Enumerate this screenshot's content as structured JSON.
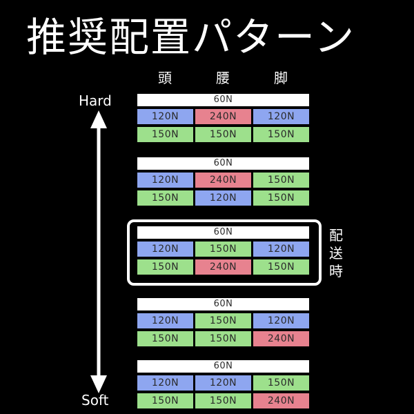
{
  "title": "推奨配置パターン",
  "headers": [
    "頭",
    "腰",
    "脚"
  ],
  "axis": {
    "top": "Hard",
    "bottom": "Soft"
  },
  "colors": {
    "120N": "#8ea6f0",
    "150N": "#9de08c",
    "240N": "#e7828f",
    "top": "#ffffff"
  },
  "patterns": [
    {
      "top": "60N",
      "row1": [
        "120N",
        "240N",
        "120N"
      ],
      "row2": [
        "150N",
        "150N",
        "150N"
      ]
    },
    {
      "top": "60N",
      "row1": [
        "120N",
        "240N",
        "150N"
      ],
      "row2": [
        "150N",
        "120N",
        "150N"
      ]
    },
    {
      "top": "60N",
      "row1": [
        "120N",
        "150N",
        "120N"
      ],
      "row2": [
        "150N",
        "240N",
        "150N"
      ]
    },
    {
      "top": "60N",
      "row1": [
        "120N",
        "150N",
        "120N"
      ],
      "row2": [
        "150N",
        "150N",
        "240N"
      ]
    },
    {
      "top": "60N",
      "row1": [
        "120N",
        "120N",
        "150N"
      ],
      "row2": [
        "150N",
        "150N",
        "240N"
      ]
    }
  ],
  "highlight": {
    "label": [
      "配",
      "送",
      "時"
    ]
  }
}
